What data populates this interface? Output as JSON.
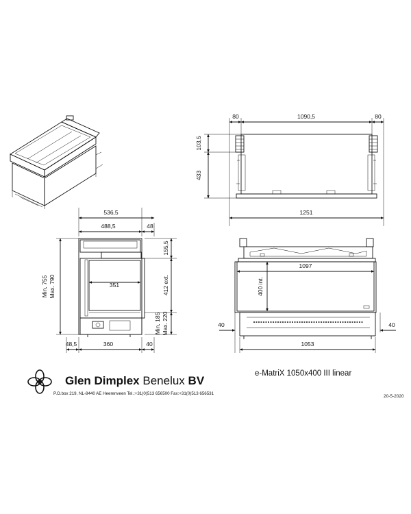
{
  "company": {
    "name_bold": "Glen Dimplex",
    "name_regular": "Benelux",
    "name_suffix": "BV",
    "address": "P.O.box 219, NL-8440 AE Heerenveen Tel.:+31(0)513 656500  Fax:+31(0)513 656531",
    "logo": "celtic-knot-logo"
  },
  "model": "e-MatriX 1050x400 III linear",
  "date": "20-5-2020",
  "top_view": {
    "left_margin": "80",
    "width": "1090,5",
    "right_margin": "80",
    "bracket_height": "103,5",
    "depth": "433",
    "total_width": "1251"
  },
  "side_view": {
    "total_depth": "536,5",
    "depth": "488,5",
    "offset": "48",
    "top_height": "155,5",
    "glass_depth": "351",
    "min_height": "Min. 755",
    "max_height": "Max. 790",
    "ext_height": "412 ext.",
    "min_bottom": "Min. 185",
    "max_bottom": "Max. 220",
    "bottom_left": "48,5",
    "bottom_width": "360",
    "bottom_right": "40"
  },
  "front_view": {
    "glass_width": "1097",
    "glass_height": "400 int.",
    "left_margin": "40",
    "bottom_width": "1053",
    "right_margin": "40"
  }
}
